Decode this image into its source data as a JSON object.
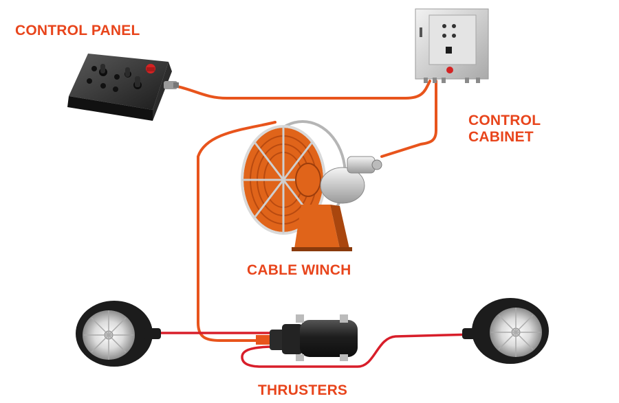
{
  "labels": {
    "control_panel": "CONTROL PANEL",
    "control_cabinet_line1": "CONTROL",
    "control_cabinet_line2": "CABINET",
    "cable_winch": "CABLE WINCH",
    "thrusters": "THRUSTERS"
  },
  "colors": {
    "label": "#e8451c",
    "orange_cable": "#e8541c",
    "red_cable": "#d81e2a",
    "winch_orange": "#e0641a",
    "dark_unit": "#2a2a2a",
    "steel": "#c9c9c9"
  },
  "icons": {
    "control_panel": "joystick-console-icon",
    "control_cabinet": "electrical-cabinet-icon",
    "cable_winch": "cable-reel-icon",
    "thruster_left": "thruster-icon",
    "thruster_right": "thruster-icon",
    "motor_unit": "motor-unit-icon"
  }
}
